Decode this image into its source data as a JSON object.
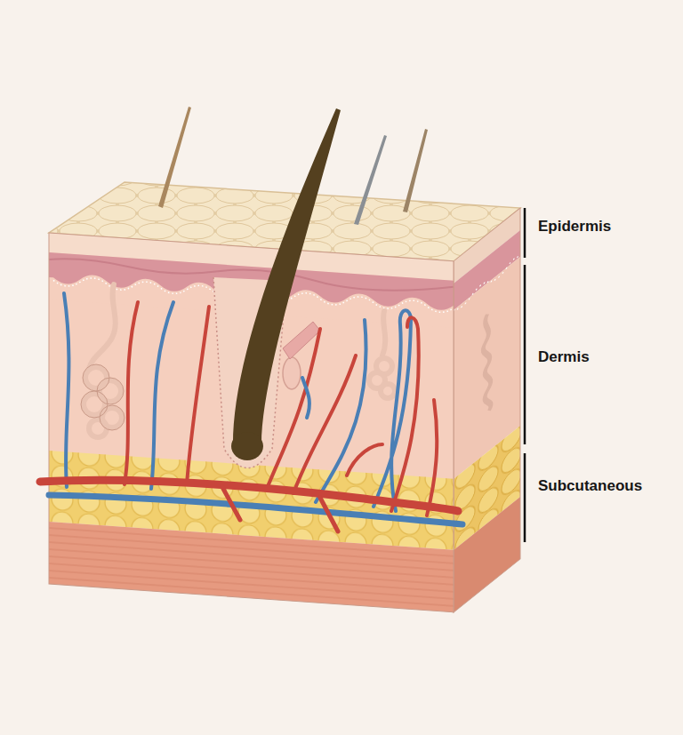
{
  "diagram": {
    "labels": [
      "Epidermis",
      "Dermis",
      "Subcutaneous"
    ]
  }
}
